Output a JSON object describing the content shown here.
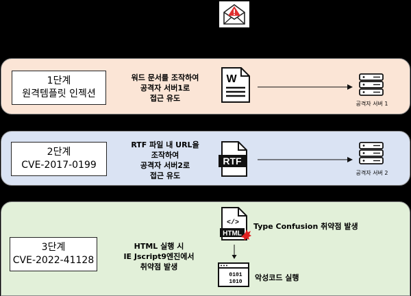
{
  "stages": [
    {
      "line1": "1단계",
      "line2": "원격템플릿 인젝션",
      "desc": [
        "워드 문서를 조작하여",
        "공격자 서버1로",
        "접근 유도"
      ],
      "file_icon": "word-document-icon",
      "file_letter": "W",
      "server_label": "공격자 서버 1"
    },
    {
      "line1": "2단계",
      "line2": "CVE-2017-0199",
      "desc": [
        "RTF 파일 내 URL을",
        "조작하여",
        "공격자 서버2로",
        "접근 유도"
      ],
      "file_icon": "rtf-file-icon",
      "file_letter": "RTF",
      "server_label": "공격자 서버 2"
    },
    {
      "line1": "3단계",
      "line2": "CVE-2022-41128",
      "desc": [
        "HTML 실행 시",
        "IE Jscript9엔진에서",
        "취약점 발생"
      ],
      "html_icon_code": "</>",
      "html_icon_text": "HTML",
      "vuln_label": "Type Confusion 취약점 발생",
      "code_icon_text": [
        "0101",
        "1010"
      ],
      "exec_label": "악성코드 실행"
    }
  ],
  "colors": {
    "stage1_bg": "#fbe5d6",
    "stage2_bg": "#dae3f3",
    "stage3_bg": "#e2f0d9",
    "alert_red": "#e03030",
    "burst_red": "#e02020"
  },
  "icons": [
    "email-alert-icon",
    "server-icon",
    "word-document-icon",
    "rtf-file-icon",
    "html-file-icon",
    "code-window-icon"
  ]
}
